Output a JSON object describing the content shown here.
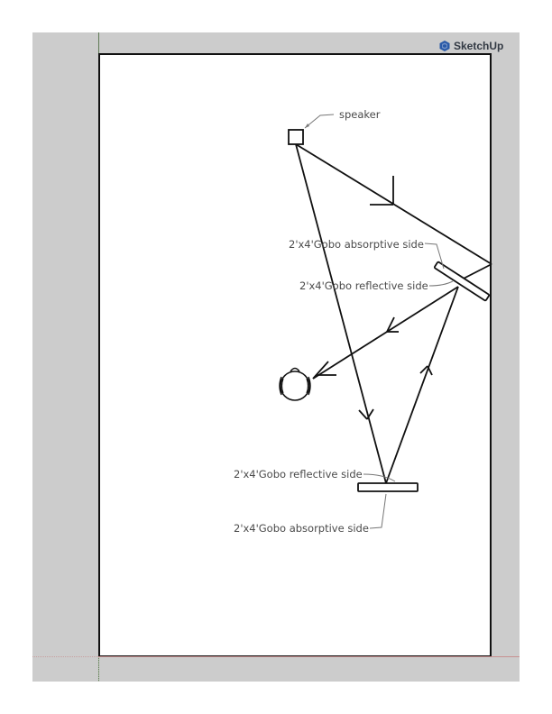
{
  "app": {
    "name": "SketchUp",
    "logo_icon": "sketchup-logo-icon"
  },
  "canvas": {
    "background": "#cccccc",
    "sheet_background": "#ffffff",
    "axis_colors": {
      "green": "#5f7a55",
      "red": "#c89090"
    }
  },
  "labels": {
    "speaker": "speaker",
    "gobo_top_absorptive": "2'x4'Gobo absorptive side",
    "gobo_top_reflective": "2'x4'Gobo reflective side",
    "gobo_bottom_reflective": "2'x4'Gobo reflective side",
    "gobo_bottom_absorptive": "2'x4'Gobo absorptive side"
  },
  "objects": {
    "speaker": "speaker-box",
    "listener": "listener-head",
    "gobo_top": "gobo-panel-top",
    "gobo_bottom": "gobo-panel-bottom"
  }
}
